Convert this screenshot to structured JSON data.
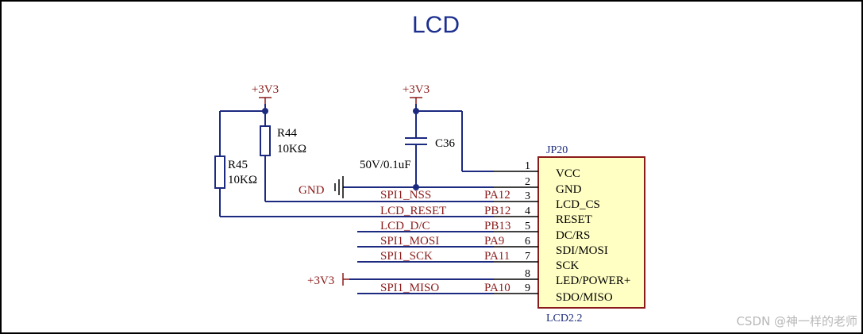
{
  "title": "LCD",
  "power": {
    "r44_top": "+3V3",
    "c36_top": "+3V3",
    "pin8_rail": "+3V3",
    "gnd": "GND"
  },
  "resistors": {
    "r44": {
      "designator": "R44",
      "value": "10KΩ"
    },
    "r45": {
      "designator": "R45",
      "value": "10KΩ"
    }
  },
  "capacitor": {
    "designator": "C36",
    "value": "50V/0.1uF"
  },
  "connector": {
    "designator": "JP20",
    "comment": "LCD2.2",
    "pins": [
      {
        "num": "1",
        "name": "VCC",
        "net": "",
        "port": ""
      },
      {
        "num": "2",
        "name": "GND",
        "net": "",
        "port": ""
      },
      {
        "num": "3",
        "name": "LCD_CS",
        "net": "SPI1_NSS",
        "port": "PA12"
      },
      {
        "num": "4",
        "name": "RESET",
        "net": "LCD_RESET",
        "port": "PB12"
      },
      {
        "num": "5",
        "name": "DC/RS",
        "net": "LCD_D/C",
        "port": "PB13"
      },
      {
        "num": "6",
        "name": "SDI/MOSI",
        "net": "SPI1_MOSI",
        "port": "PA9"
      },
      {
        "num": "7",
        "name": "SCK",
        "net": "SPI1_SCK",
        "port": "PA11"
      },
      {
        "num": "8",
        "name": "LED/POWER+",
        "net": "",
        "port": ""
      },
      {
        "num": "9",
        "name": "SDO/MISO",
        "net": "SPI1_MISO",
        "port": "PA10"
      }
    ]
  },
  "watermark": "CSDN @神一样的老师",
  "colors": {
    "wire": "#1c2a80",
    "label": "#8b1a1a",
    "title": "#1c2f8f",
    "connector_fill": "#ffffc4"
  }
}
